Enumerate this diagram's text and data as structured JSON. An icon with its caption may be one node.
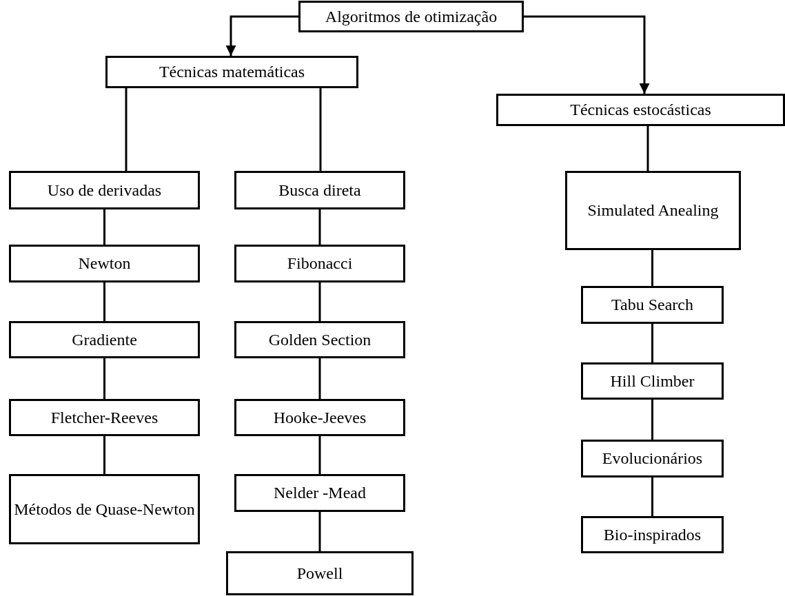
{
  "diagram": {
    "nodes": [
      {
        "text": [
          "Algoritmos de otimização"
        ]
      },
      {
        "text": [
          "Técnicas matemáticas"
        ]
      },
      {
        "text": [
          "Técnicas estocásticas"
        ]
      },
      {
        "text": [
          "Uso de derivadas"
        ]
      },
      {
        "text": [
          "Newton"
        ]
      },
      {
        "text": [
          "Gradiente"
        ]
      },
      {
        "text": [
          "Fletcher-Reeves"
        ]
      },
      {
        "text": [
          "Métodos de Quase-Newton"
        ]
      },
      {
        "text": [
          "Busca direta"
        ]
      },
      {
        "text": [
          "Fibonacci"
        ]
      },
      {
        "text": [
          "Golden Section"
        ]
      },
      {
        "text": [
          "Hooke-Jeeves"
        ]
      },
      {
        "text": [
          "Nelder -Mead"
        ]
      },
      {
        "text": [
          "Powell"
        ]
      },
      {
        "text": [
          "Simulated Anealing"
        ]
      },
      {
        "text": [
          "Tabu Search"
        ]
      },
      {
        "text": [
          "Hill Climber"
        ]
      },
      {
        "text": [
          "Evolucionários"
        ]
      },
      {
        "text": [
          "Bio-inspirados"
        ]
      }
    ],
    "edges": [
      {
        "from": 0,
        "to": 1,
        "arrow": "to"
      },
      {
        "from": 0,
        "to": 2,
        "arrow": "to"
      },
      {
        "from": 1,
        "to": 3,
        "arrow": "none"
      },
      {
        "from": 1,
        "to": 8,
        "arrow": "none"
      },
      {
        "from": 2,
        "to": 14,
        "arrow": "none"
      },
      {
        "from": 3,
        "to": 4,
        "arrow": "none"
      },
      {
        "from": 4,
        "to": 5,
        "arrow": "none"
      },
      {
        "from": 5,
        "to": 6,
        "arrow": "none"
      },
      {
        "from": 6,
        "to": 7,
        "arrow": "none"
      },
      {
        "from": 8,
        "to": 9,
        "arrow": "none"
      },
      {
        "from": 9,
        "to": 10,
        "arrow": "none"
      },
      {
        "from": 10,
        "to": 11,
        "arrow": "none"
      },
      {
        "from": 11,
        "to": 12,
        "arrow": "none"
      },
      {
        "from": 12,
        "to": 13,
        "arrow": "none"
      },
      {
        "from": 14,
        "to": 15,
        "arrow": "none"
      },
      {
        "from": 15,
        "to": 16,
        "arrow": "none"
      },
      {
        "from": 16,
        "to": 17,
        "arrow": "none"
      },
      {
        "from": 17,
        "to": 18,
        "arrow": "none"
      }
    ]
  }
}
